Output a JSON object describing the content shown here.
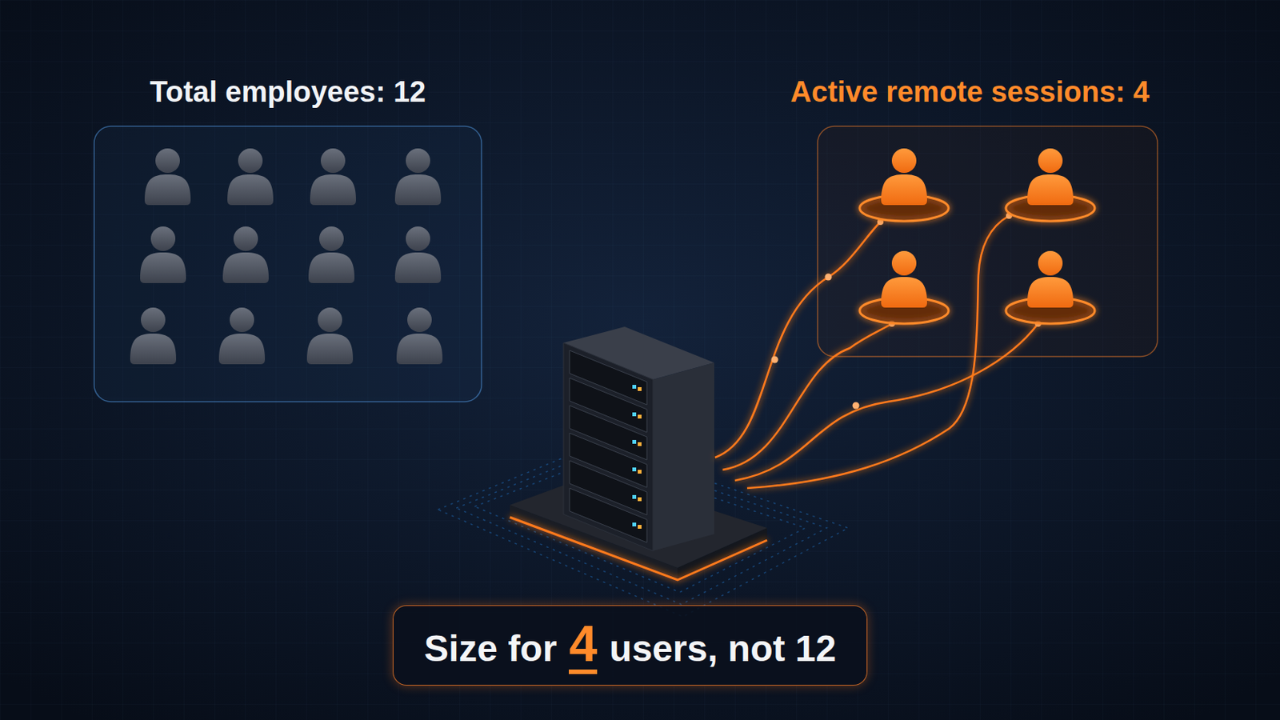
{
  "diagram": {
    "nodes": [
      {
        "text": [
          "Total employees: 12"
        ]
      },
      {
        "text": [
          "Active remote sessions: 4"
        ]
      },
      {
        "text": [
          "Size for",
          "4",
          "users, not 12"
        ]
      }
    ]
  }
}
